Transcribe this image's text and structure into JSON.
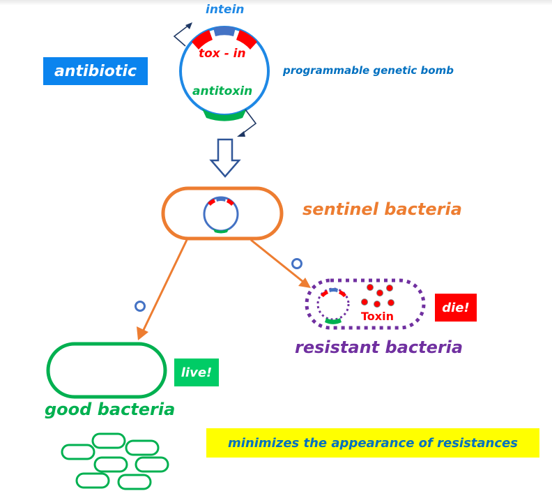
{
  "title": "programmable genetic bomb",
  "plasmid": {
    "labels": {
      "intein": "intein",
      "toxin": "tox - in",
      "antitoxin": "antitoxin"
    },
    "description": "programmable genetic bomb"
  },
  "antibiotic_label": "antibiotic",
  "sentinel": {
    "label": "sentinel bacteria"
  },
  "resistant": {
    "label": "resistant bacteria",
    "toxin_label": "Toxin",
    "outcome": "die!"
  },
  "good": {
    "label": "good bacteria",
    "outcome": "live!"
  },
  "summary": "minimizes the appearance of resistances",
  "colors": {
    "plasmid_ring": "#1e88e5",
    "intein": "#4472c4",
    "toxin": "#ff0000",
    "antitoxin": "#00b050",
    "sentinel": "#ed7d31",
    "resistant": "#7030a0",
    "good": "#00b050",
    "antibiotic_bg": "#0b84ee",
    "die_bg": "#ff0000",
    "live_bg": "#00cc66",
    "summary_bg": "#ffff00",
    "summary_text": "#0070c0"
  }
}
